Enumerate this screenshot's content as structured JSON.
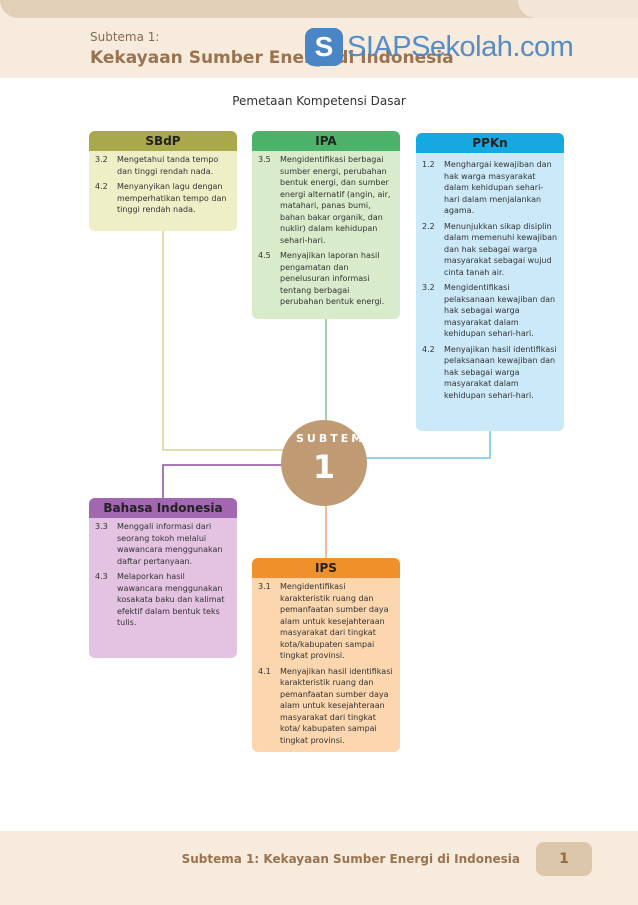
{
  "header": {
    "subtema_label": "Subtema 1:",
    "subtema_title": "Kekayaan Sumber Energi di Indonesia",
    "watermark_letter": "S",
    "watermark_text": "SIAPSekolah.com"
  },
  "diagram_title": "Pemetaan Kompetensi Dasar",
  "center": {
    "label": "SUBTEMA",
    "number": "1"
  },
  "boxes": {
    "sbdp": {
      "title": "SBdP",
      "color": "#a9a84a",
      "items": [
        {
          "num": "3.2",
          "text": "Mengetahui tanda tempo dan tinggi rendah nada."
        },
        {
          "num": "4.2",
          "text": "Menyanyikan lagu dengan memperhatikan tempo dan tinggi rendah nada."
        }
      ]
    },
    "ipa": {
      "title": "IPA",
      "color": "#4cb26a",
      "items": [
        {
          "num": "3.5",
          "text": "Mengidentifikasi berbagai sumber energi, perubahan bentuk energi, dan sumber energi alternatif (angin, air, matahari, panas bumi, bahan bakar organik, dan nuklir) dalam kehidupan sehari-hari."
        },
        {
          "num": "4.5",
          "text": "Menyajikan laporan hasil pengamatan dan penelusuran informasi tentang berbagai perubahan bentuk energi."
        }
      ]
    },
    "ppkn": {
      "title": "PPKn",
      "color": "#16a9e0",
      "items": [
        {
          "num": "1.2",
          "text": "Menghargai kewajiban dan hak warga masyarakat dalam kehidupan sehari-hari dalam menjalankan agama."
        },
        {
          "num": "2.2",
          "text": "Menunjukkan sikap disiplin dalam memenuhi kewajiban dan hak sebagai warga masyarakat sebagai wujud cinta tanah air."
        },
        {
          "num": "3.2",
          "text": "Mengidentifikasi pelaksanaan kewajiban dan hak sebagai warga masyarakat dalam kehidupan sehari-hari."
        },
        {
          "num": "4.2",
          "text": "Menyajikan hasil identifikasi pelaksanaan kewajiban dan hak sebagai warga masyarakat dalam kehidupan sehari-hari."
        }
      ]
    },
    "bindo": {
      "title": "Bahasa Indonesia",
      "color": "#a267b0",
      "items": [
        {
          "num": "3.3",
          "text": "Menggali informasi dari seorang tokoh melalui wawancara menggunakan daftar pertanyaan."
        },
        {
          "num": "4.3",
          "text": "Melaporkan hasil wawancara menggunakan kosakata baku dan kalimat efektif dalam bentuk teks tulis."
        }
      ]
    },
    "ips": {
      "title": "IPS",
      "color": "#f0902a",
      "items": [
        {
          "num": "3.1",
          "text": "Mengidentifikasi karakteristik ruang dan pemanfaatan sumber daya alam untuk kesejahteraan masyarakat dari tingkat kota/kabupaten sampai tingkat provinsi."
        },
        {
          "num": "4.1",
          "text": "Menyajikan hasil identifikasi karakteristik ruang dan pemanfaatan sumber daya alam untuk kesejahteraan masyarakat dari tingkat kota/ kabupaten sampai tingkat provinsi."
        }
      ]
    }
  },
  "footer": {
    "text": "Subtema 1: Kekayaan Sumber Energi di Indonesia",
    "page": "1"
  }
}
